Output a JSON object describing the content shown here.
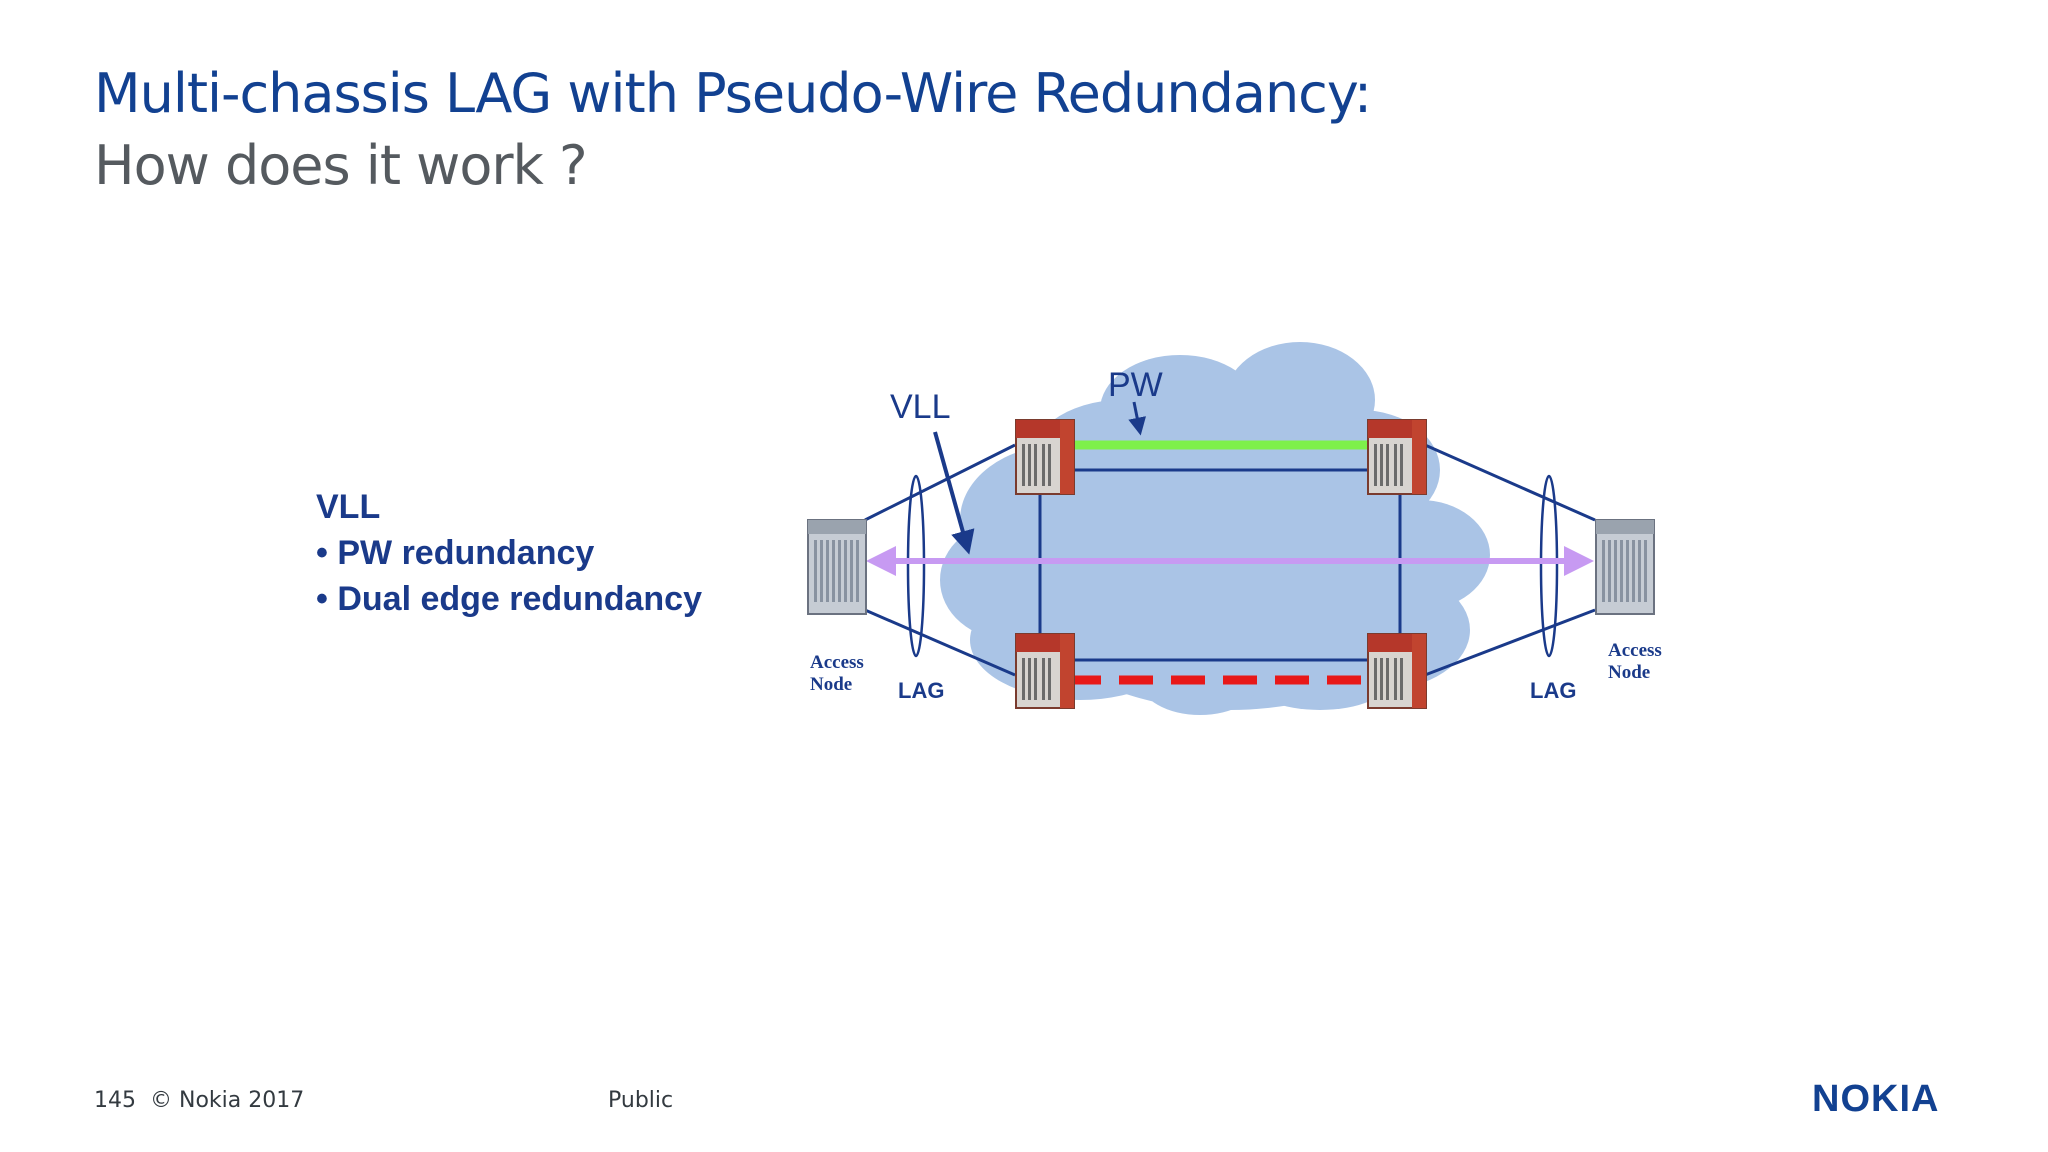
{
  "slide": {
    "title_line1": "Multi-chassis LAG with Pseudo-Wire Redundancy:",
    "title_line2": "How does it work ?"
  },
  "bullets": {
    "heading": "VLL",
    "items": [
      "PW redundancy",
      "Dual edge redundancy"
    ]
  },
  "diagram": {
    "label_pw": "PW",
    "label_vll": "VLL",
    "label_lag_left": "LAG",
    "label_lag_right": "LAG",
    "access_node_left": [
      "Access",
      "Node"
    ],
    "access_node_right": [
      "Access",
      "Node"
    ],
    "colors": {
      "cloud": "#aac4e6",
      "link": "#1a3a8a",
      "active_pw": "#7ef04a",
      "standby_pw": "#e81818",
      "vll": "#c79af2",
      "label": "#1a3a8a"
    }
  },
  "footer": {
    "page_number": "145",
    "copyright": "© Nokia 2017",
    "classification": "Public",
    "logo": "NOKIA"
  }
}
